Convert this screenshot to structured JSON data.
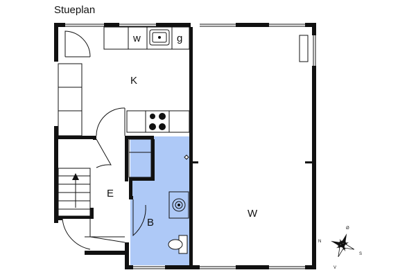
{
  "title": "Stueplan",
  "rooms": {
    "kitchen": "K",
    "entrance": "E",
    "bathroom": "B",
    "living": "W"
  },
  "fixtures": {
    "washer": "w",
    "dryer": "g"
  },
  "compass": {
    "north": "N",
    "east": "Ø",
    "south": "S",
    "west": "V"
  },
  "colors": {
    "bathroom_fill": "#aec9f7",
    "wall": "#111111"
  }
}
